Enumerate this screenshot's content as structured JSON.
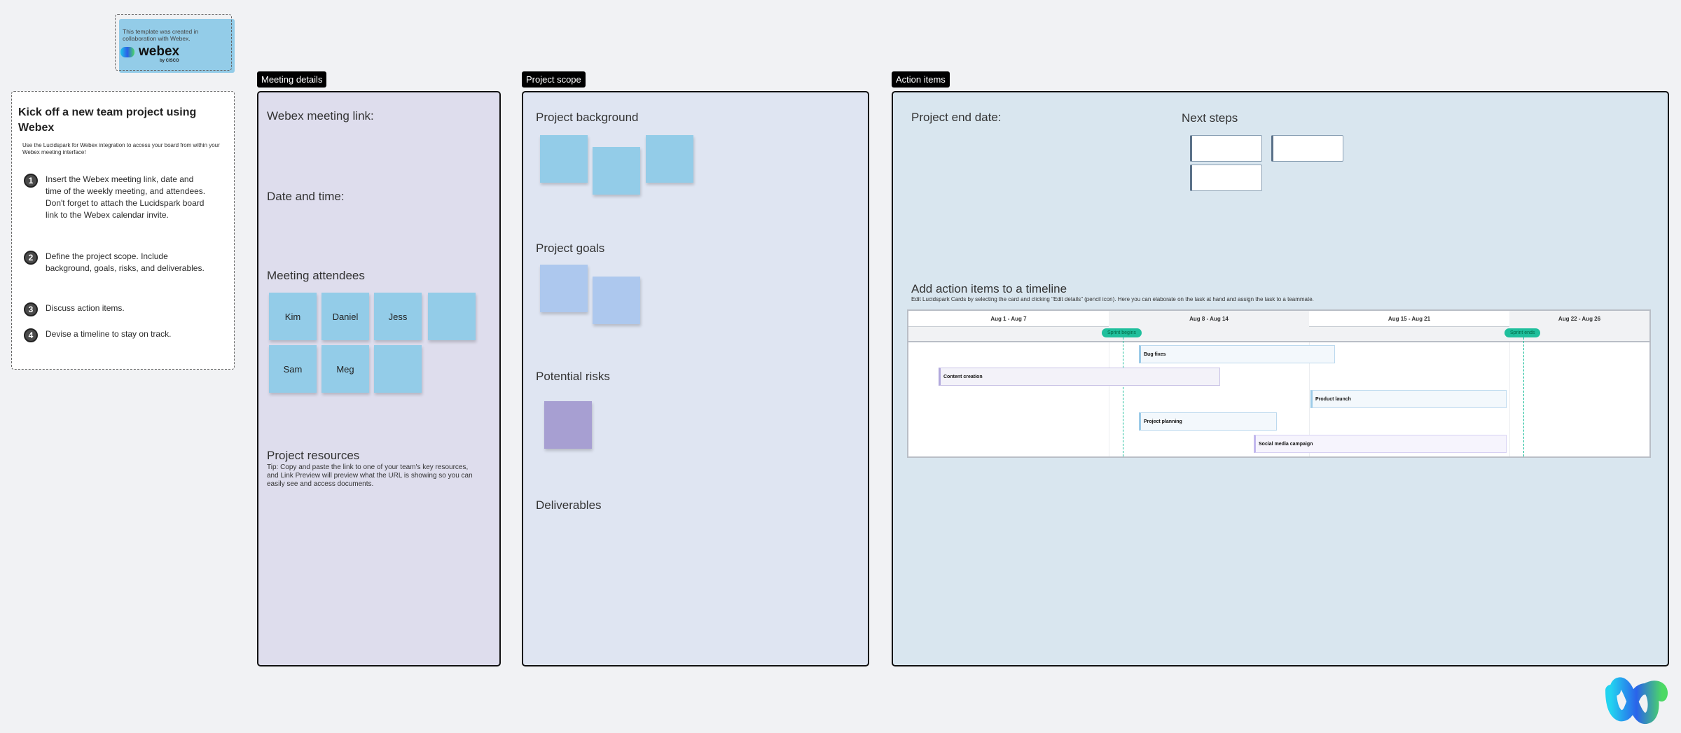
{
  "webex_card": {
    "text": "This template was created in collaboration with Webex.",
    "logo_text": "webex",
    "logo_sub": "by CISCO"
  },
  "instructions": {
    "title": "Kick off a new team project using Webex",
    "subtitle": "Use the Lucidspark for Webex integration to access your board from within your Webex meeting interface!",
    "steps": [
      {
        "n": "1",
        "text": "Insert the Webex meeting link, date and time of the weekly meeting, and attendees. Don't forget to attach the Lucidspark board link to the Webex calendar invite."
      },
      {
        "n": "2",
        "text": "Define the project scope. Include background, goals, risks, and deliverables."
      },
      {
        "n": "3",
        "text": "Discuss action items."
      },
      {
        "n": "4",
        "text": "Devise a timeline to stay on track."
      }
    ]
  },
  "meeting": {
    "tag": "Meeting details",
    "link_label": "Webex meeting link:",
    "date_label": "Date and time:",
    "attendees_label": "Meeting attendees",
    "attendees": [
      "Kim",
      "Daniel",
      "Jess",
      "",
      "Sam",
      "Meg",
      ""
    ],
    "resources_label": "Project resources",
    "resources_tip": "Tip: Copy and paste the link to one of your team's key resources, and Link Preview will preview what the URL is showing so you can easily see and access documents."
  },
  "scope": {
    "tag": "Project scope",
    "background": "Project background",
    "goals": "Project goals",
    "risks": "Potential risks",
    "deliverables": "Deliverables"
  },
  "actions": {
    "tag": "Action items",
    "end_date": "Project end date:",
    "next_steps": "Next steps",
    "timeline_title": "Add action items to a timeline",
    "timeline_caption": "Edit Lucidspark Cards by selecting the card and clicking \"Edit details\" (pencil icon). Here you can elaborate on the task at hand and assign the task to a teammate.",
    "weeks": [
      "Aug 1 - Aug 7",
      "Aug 8 - Aug 14",
      "Aug 15 - Aug 21",
      "Aug 22 - Aug 26"
    ],
    "milestones": [
      "Sprint begins",
      "Sprint ends"
    ],
    "tasks": [
      "Bug fixes",
      "Content creation",
      "Product launch",
      "Project planning",
      "Social media campaign"
    ]
  },
  "colors": {
    "meeting_bg": "#dedded",
    "scope_bg": "#dfe5f2",
    "actions_bg": "#d9e6ef",
    "sticky_blue": "#93cce8",
    "accent": "#1fbf9c"
  }
}
